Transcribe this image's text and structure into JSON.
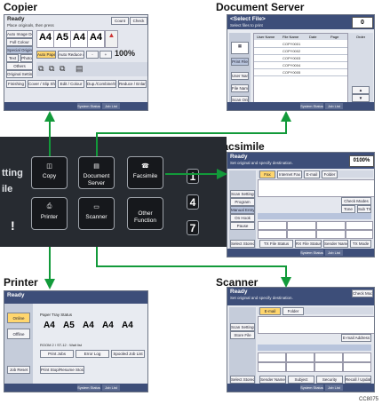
{
  "titles": {
    "copier": "Copier",
    "document_server": "Document Server",
    "facsimile": "Facsimile",
    "printer": "Printer",
    "scanner": "Scanner"
  },
  "copier_screen": {
    "status": "Ready",
    "sub": "Place originals, then press",
    "counter_label": "Count",
    "percent": "100%",
    "btn_auto_image": "Auto Image Density",
    "btn_full_color": "Full Colour",
    "btn_auto_paper": "Auto Paper Select",
    "btn_reduce": "Auto Reduce / Enlarge",
    "btn_special": "Special Original",
    "btn_original": "Original Settings",
    "paper_sizes": [
      "A4",
      "A5",
      "A4",
      "A4"
    ],
    "btn_finishing": "Finishing",
    "btn_cover": "Cover / Slip Sheet",
    "btn_edit": "Edit / Colour",
    "btn_dup": "Dup./Combine/Series",
    "btn_reduce_enlarge": "Reduce / Enlarge",
    "btn_system_status": "System Status",
    "btn_job_list": "Job List"
  },
  "docserver_screen": {
    "title": "<Select File>",
    "sub": "Select files to print",
    "col_user": "User Name",
    "col_file": "File Name",
    "col_date": "Date",
    "col_page": "Page",
    "col_order": "Order",
    "btn_print_file": "Print File",
    "btn_user_name": "User Name",
    "btn_file_name": "File Name",
    "btn_scan_original": "Scan Original",
    "rows": [
      "COPY0001",
      "COPY0002",
      "COPY0003",
      "COPY0004",
      "COPY0005"
    ],
    "btn_system_status": "System Status",
    "btn_job_list": "Job List"
  },
  "fax_screen": {
    "status": "Ready",
    "sub": "Set original and specify destination.",
    "btn_scan_size": "Scan Settings",
    "btn_program": "Program",
    "btn_check_modes": "Check Modes",
    "btn_manual_entry": "Manual Entry",
    "btn_on_hook": "On Hook",
    "btn_pause": "Pause",
    "btn_tone": "Tone",
    "btn_sub_tx": "Sub TX Mode",
    "btn_select_stored": "Select Stored File",
    "btn_tx_file_status": "TX File Status",
    "btn_rx_file": "RX File Status",
    "btn_sender": "Sender Name",
    "btn_tx_mode": "TX Mode",
    "btn_system_status": "System Status",
    "btn_job_list": "Job List",
    "counter": "0100%"
  },
  "printer_screen": {
    "title": "Ready",
    "side_online": "Online",
    "side_offline": "Offline",
    "row1_label": "Paper Tray Status",
    "trays": [
      "A4",
      "A5",
      "A4",
      "A4",
      "A4"
    ],
    "row2_label": "ROOM 2 / ST-12 : Wait list",
    "btn_print_jobs": "Print Jobs",
    "btn_error_log": "Error Log",
    "btn_spool": "Spooled Job List",
    "btn_job_reset": "Job Reset",
    "btn_form_feed": "Print Stop/Resume Storage Select",
    "btn_system_status": "System Status",
    "btn_job_list": "Job List"
  },
  "scanner_screen": {
    "status": "Ready",
    "sub": "Set original and specify destination.",
    "btn_scan_settings": "Scan Settings",
    "btn_store_file": "Store File",
    "btn_email": "E-mail Address",
    "btn_sender": "Sender Name",
    "btn_subject": "Subject",
    "btn_security": "Security",
    "btn_recall": "Recall / Update",
    "btn_select_stored": "Select Stored File",
    "btn_check_modes": "Check Modes",
    "btn_system_status": "System Status",
    "btn_job_list": "Job List",
    "tab_email": "E-mail",
    "tab_folder": "Folder"
  },
  "panel": {
    "left_text": "tting\nile",
    "keys": {
      "copy": "Copy",
      "document_server": "Document Server",
      "facsimile": "Facsimile",
      "printer": "Printer",
      "scanner": "Scanner",
      "other_function": "Other Function"
    },
    "numkeys": [
      "1",
      "4",
      "7"
    ]
  },
  "code": "CC8075",
  "colors": {
    "arrow": "#129a3a",
    "panel_bg": "#272b31",
    "screen_bar": "#3d4e79"
  }
}
